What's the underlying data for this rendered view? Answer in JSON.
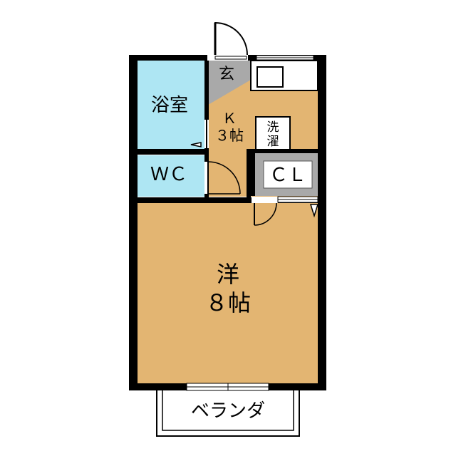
{
  "floor_plan": {
    "rooms": {
      "bath": "浴室",
      "toilet": "ＷＣ",
      "entrance": "玄",
      "kitchen_name": "Ｋ",
      "kitchen_size": "３帖",
      "laundry_1": "洗",
      "laundry_2": "濯",
      "closet": "ＣＬ",
      "western_name": "洋",
      "western_size": "８帖",
      "balcony": "ベランダ"
    },
    "colors": {
      "wall": "#000000",
      "floor_wood": "#e3b572",
      "bath_tile": "#aee6f3",
      "toilet_tile": "#aee6f3",
      "entrance_floor": "#a9a9a9",
      "closet_floor": "#a9a9a9",
      "background": "#ffffff"
    }
  }
}
